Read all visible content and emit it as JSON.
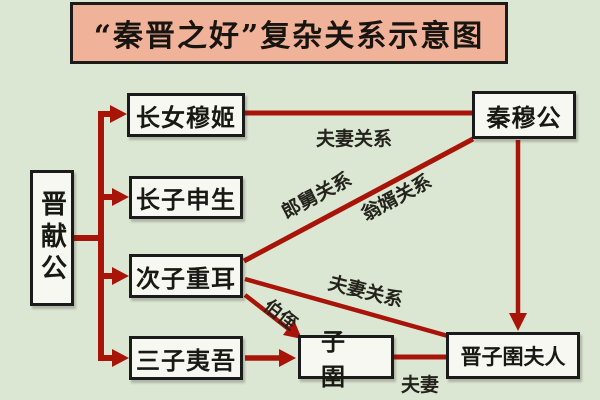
{
  "title": "“秦晋之好”复杂关系示意图",
  "nodes": {
    "jin_xian_gong": "晋献公",
    "mu_ji": "长女穆姬",
    "shen_sheng": "长子申生",
    "chong_er": "次子重耳",
    "yi_wu": "三子夷吾",
    "qin_mu_gong": "秦穆公",
    "zi_yu": "子圉",
    "jin_zi_yu_fu_ren": "晋子圉夫人"
  },
  "edge_labels": {
    "muji_qinmugong": "夫妻关系",
    "chonger_qinmugong_upper": "郎舅关系",
    "chonger_qinmugong_lower": "翁婿关系",
    "chonger_furen": "夫妻关系",
    "chonger_ziyu": "伯侄",
    "ziyu_furen": "夫妻"
  },
  "colors": {
    "background": "#dce7d3",
    "title_background": "#f0b39a",
    "line": "#a81408",
    "box_background": "#f8f8f3",
    "box_border": "#1b1b1b"
  }
}
